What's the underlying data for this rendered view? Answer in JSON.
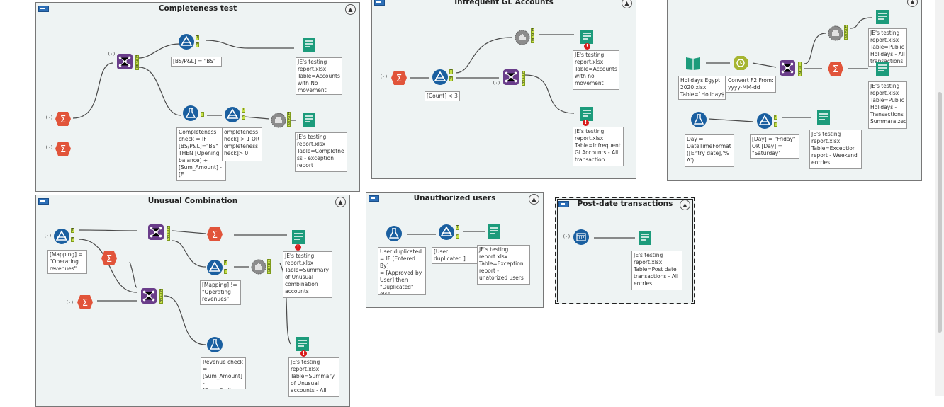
{
  "containers": {
    "completeness": {
      "title": "Completeness test"
    },
    "infrequent": {
      "title": "Infrequent GL Accounts"
    },
    "holidays": {
      "title": ""
    },
    "unusual": {
      "title": "Unusual Combination"
    },
    "unauthorized": {
      "title": "Unauthorized users"
    },
    "postdate": {
      "title": "Post-date transactions"
    }
  },
  "collapse_glyph": "▲",
  "warn_glyph": "!",
  "annotations": {
    "c_filter": "[BS/P&L] = \"BS\"",
    "c_out1": "JE's testing\nreport.xlsx\nTable=Accounts\nwith No\nmovement",
    "c_formula": "Completeness\ncheck = IF\n[BS/P&L]=\"BS\"\nTHEN [Opening\nbalance] +\n[Sum_Amount] -\n[E...",
    "c_filter2": "ompleteness\nheck] > 1 OR\nompleteness\nheck]> 0",
    "c_out2": "JE's testing\nreport.xlsx\nTable=Completne\nss - exception\nreport",
    "i_filter": "[Count] < 3",
    "i_out1": "JE's testing\nreport.xlsx\nTable=Accounts\nwith no\nmovement",
    "i_out2": "JE's testing\nreport.xlsx\nTable=Infrequent\nGl Accounts - All\ntransaction",
    "h_input": "Holidays Egypt\n2020.xlsx\nTable=`Holiday$`",
    "h_convert": "Convert F2 From:\nyyyy-MM-dd",
    "h_out1": "JE's testing\nreport.xlsx\nTable=Public\nHolidays - All\ntransactions",
    "h_out2": "JE's testing\nreport.xlsx\nTable=Public\nHolidays -\nTransactions\nSummaraized",
    "h_formula": "Day =\nDateTimeFormat\n([Entry date],'%\nA')",
    "h_filter": "[Day] = \"Friday\"\nOR [Day] =\n\"Saturday\"",
    "h_out3": "JE's testing\nreport.xlsx\nTable=Exception\nreport - Weekend\nentries",
    "u_filter1": "[Mapping] =\n\"Operating\nrevenues\"",
    "u_filter2": "[Mapping] !=\n\"Operating\nrevenues\"",
    "u_out1": "JE's testing\nreport.xlsx\nTable=Summary\nof Unusual\ncombination\naccounts",
    "u_formula": "Revenue check =\n[Sum_Amount] -\n[Sum_Ending\nBalance ]",
    "u_out2": "JE's testing\nreport.xlsx\nTable=Summary\nof Unusual\naccounts - All",
    "a_formula": "User duplicated\n= IF [Entered By]\n= [Approved by\nUser] then\n\"Duplicated\" else\n\"...",
    "a_filter": "[User duplicated ]\n= \"Duplicated\"",
    "a_out": "JE's testing\nreport.xlsx\nTable=Exception\nreport -\nunatorized users",
    "p_out": "JE's testing\nreport.xlsx\nTable=Post date\ntransactions - All\nentries"
  },
  "colors": {
    "summarize": "#e1543a",
    "filter": "#1a5fa0",
    "join": "#6a3d8a",
    "output": "#1c9b7b",
    "input": "#1c9b7b",
    "formula": "#1a5fa0",
    "browse": "#8c8c8c",
    "datetime": "#a6b531"
  }
}
